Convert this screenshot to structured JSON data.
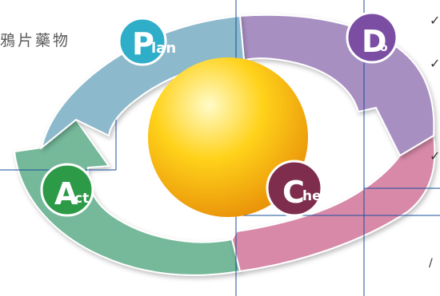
{
  "background_text": "鴉片藥物",
  "checkmarks": [
    "✓",
    "✓",
    "✓"
  ],
  "corner_mark": "/",
  "cycle": {
    "plan": {
      "initial": "P",
      "rest": "lan",
      "color": "#8db9cc",
      "badge_color": "#2eaec8"
    },
    "do": {
      "initial": "D",
      "rest": "o",
      "color": "#a88fc2",
      "badge_color": "#7b4ea3"
    },
    "check": {
      "initial": "C",
      "rest": "heck",
      "color": "#d889a8",
      "badge_color": "#7e2d4c"
    },
    "act": {
      "initial": "A",
      "rest": "ct",
      "color": "#74b89a",
      "badge_color": "#2d9a48"
    }
  },
  "colors": {
    "gridline": "#1a4f9c",
    "sphere_light": "#fffbc8",
    "sphere_mid": "#ffd21a",
    "sphere_dark": "#e88f08"
  }
}
